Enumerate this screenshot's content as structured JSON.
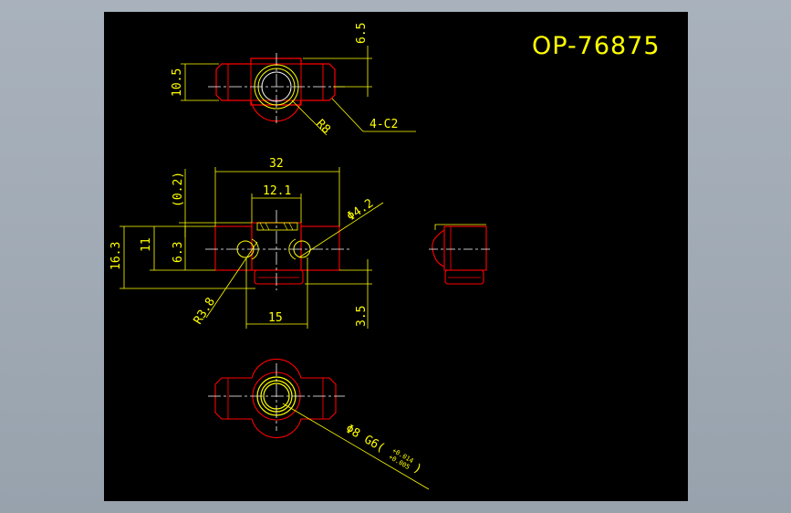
{
  "drawing": {
    "part_number": "OP-76875",
    "colors": {
      "background": "#000000",
      "frame": "#9ea7b2",
      "outline": "#ff0000",
      "dimension": "#ffff00",
      "centerline": "#ffffff"
    },
    "top_view": {
      "dim_top": "6.5",
      "dim_left": "10.5",
      "radius": "R8",
      "chamfer": "4-C2"
    },
    "front_view": {
      "width": "32",
      "center_width": "12.1",
      "clearance": "(0.2)",
      "hole_dia": "Φ4.2",
      "total_height": "16.3",
      "height_11": "11",
      "height_6_3": "6.3",
      "radius": "R3.8",
      "bottom_width": "15",
      "bottom_height": "3.5"
    },
    "bottom_view": {
      "bore_label": "Φ8 G6(",
      "tol_upper": "+0.014",
      "tol_lower": "+0.005",
      "close_paren": ")"
    }
  }
}
